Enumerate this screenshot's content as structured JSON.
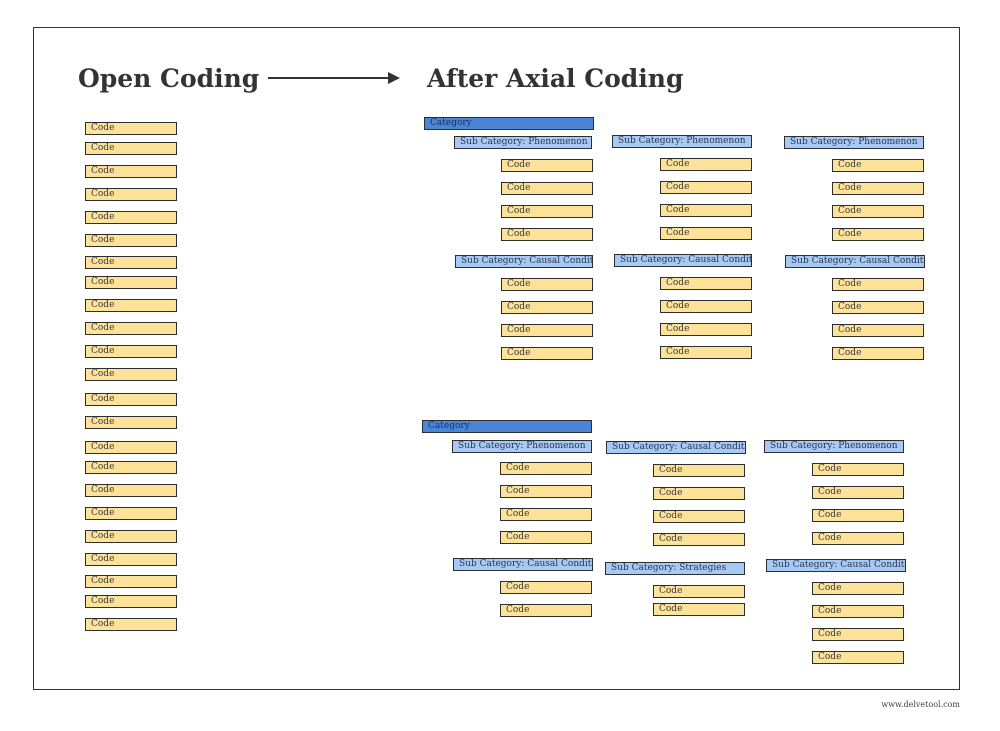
{
  "header": {
    "left_title": "Open Coding",
    "right_title": "After Axial Coding"
  },
  "labels": {
    "code": "Code",
    "category": "Category",
    "sub_phenomenon": "Sub Category: Phenomenon",
    "sub_causal": "Sub Category: Causal Condition",
    "sub_strategies": "Sub Category: Strategies"
  },
  "footer": {
    "url": "www.delvetool.com"
  },
  "colors": {
    "code_fill": "#fde29a",
    "category_fill": "#4a86d8",
    "subcategory_fill": "#a7c9f5",
    "border": "#2e2e2e"
  },
  "diagram": {
    "open_coding_count": 23,
    "categories": [
      {
        "label": "Category",
        "subcategories": [
          {
            "label": "Sub Category: Phenomenon",
            "codes": 4
          },
          {
            "label": "Sub Category: Phenomenon",
            "codes": 4
          },
          {
            "label": "Sub Category: Phenomenon",
            "codes": 4
          },
          {
            "label": "Sub Category: Causal Condition",
            "codes": 4
          },
          {
            "label": "Sub Category: Causal Condition",
            "codes": 4
          },
          {
            "label": "Sub Category: Causal Condition",
            "codes": 4
          }
        ]
      },
      {
        "label": "Category",
        "subcategories": [
          {
            "label": "Sub Category: Phenomenon",
            "codes": 4
          },
          {
            "label": "Sub Category: Causal Condition",
            "codes": 4
          },
          {
            "label": "Sub Category: Phenomenon",
            "codes": 4
          },
          {
            "label": "Sub Category: Causal Condition",
            "codes": 2
          },
          {
            "label": "Sub Category: Strategies",
            "codes": 2
          },
          {
            "label": "Sub Category: Causal Condition",
            "codes": 4
          }
        ]
      }
    ]
  }
}
